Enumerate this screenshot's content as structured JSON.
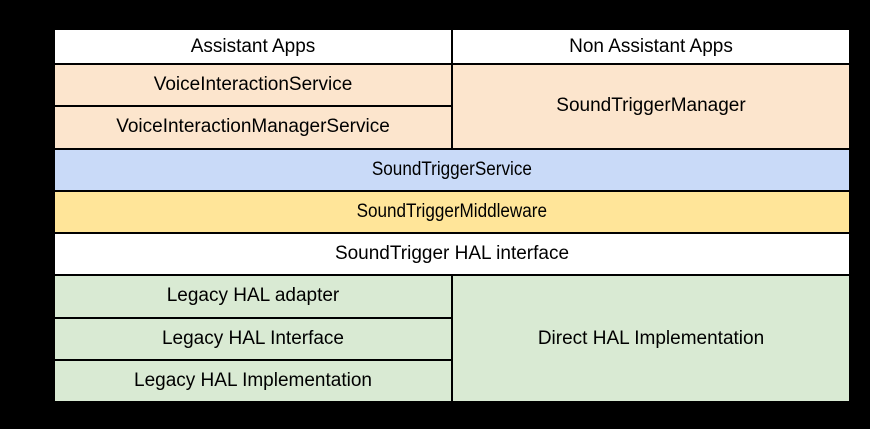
{
  "diagram": {
    "type": "layered-stack-table",
    "cells": {
      "assistant_apps": "Assistant Apps",
      "non_assistant_apps": "Non Assistant Apps",
      "voice_interaction_service": "VoiceInteractionService",
      "voice_interaction_manager_service": "VoiceInteractionManagerService",
      "sound_trigger_manager": "SoundTriggerManager",
      "sound_trigger_service": "SoundTriggerService",
      "sound_trigger_middleware": "SoundTriggerMiddleware",
      "sound_trigger_hal_interface": "SoundTrigger HAL interface",
      "legacy_hal_adapter": "Legacy HAL adapter",
      "legacy_hal_interface": "Legacy HAL Interface",
      "legacy_hal_implementation": "Legacy HAL Implementation",
      "direct_hal_implementation": "Direct HAL Implementation"
    },
    "colors": {
      "background": "#000000",
      "border": "#000000",
      "text": "#000000",
      "apps_row": "#ffffff",
      "framework_row": "#fce5cd",
      "service_row": "#c9daf8",
      "middleware_row": "#ffe599",
      "hal_interface_row": "#ffffff",
      "hal_impl_row": "#d9ead3"
    }
  }
}
